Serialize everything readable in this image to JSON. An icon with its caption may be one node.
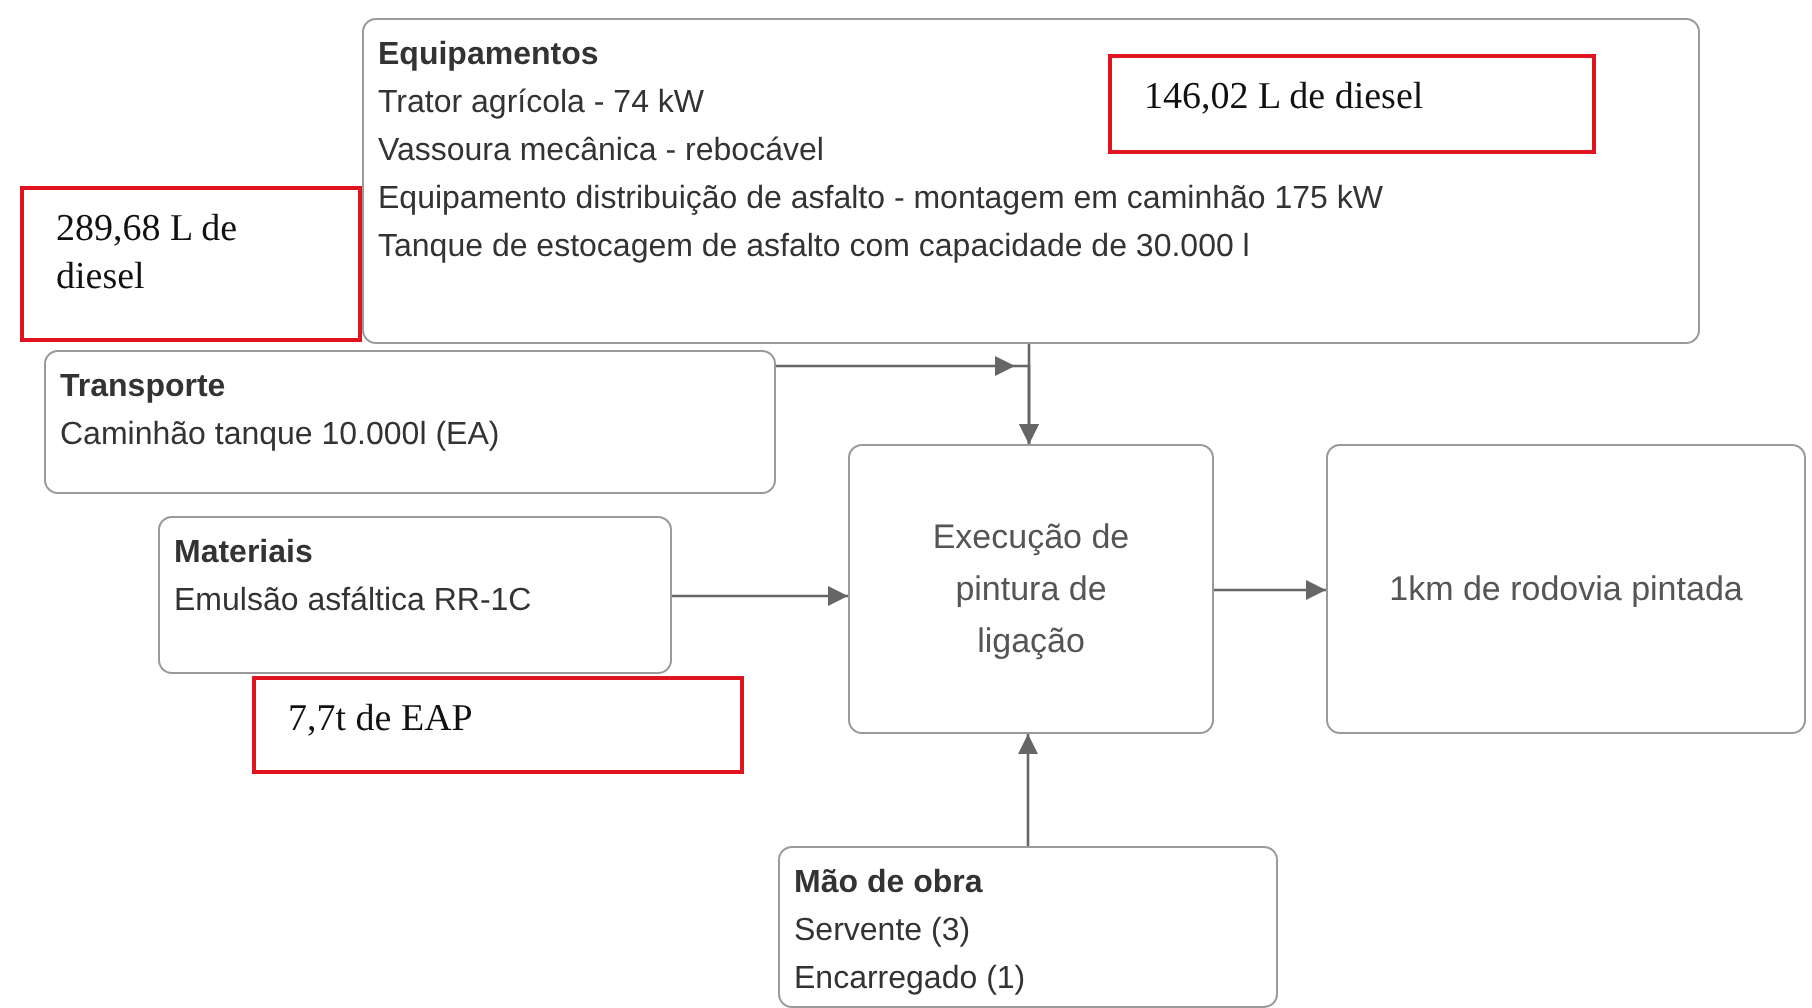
{
  "diagram": {
    "nodes": [
      {
        "text": [
          "Equipamentos",
          "Trator agrícola - 74 kW",
          "Vassoura mecânica - rebocável",
          "Equipamento distribuição de asfalto - montagem em caminhão 175 kW",
          "Tanque de estocagem de asfalto com capacidade de 30.000 l"
        ]
      },
      {
        "text": [
          "146,02 L de diesel"
        ],
        "in": 0
      },
      {
        "text": [
          "289,68 L de diesel"
        ]
      },
      {
        "text": [
          "Transporte",
          "Caminhão tanque 10.000l (EA)"
        ]
      },
      {
        "text": [
          "Materiais",
          "Emulsão asfáltica RR-1C"
        ]
      },
      {
        "text": [
          "7,7t de EAP"
        ]
      },
      {
        "text": [
          "Execução de pintura de ligação"
        ]
      },
      {
        "text": [
          "1km de rodovia pintada"
        ]
      },
      {
        "text": [
          "Mão de obra",
          "Servente (3)",
          "Encarregado (1)"
        ]
      }
    ],
    "edges": [
      {
        "from": 0,
        "to": 6,
        "arrow": "to"
      },
      {
        "from": 3,
        "to": 6,
        "arrow": "to"
      },
      {
        "from": 4,
        "to": 6,
        "arrow": "to"
      },
      {
        "from": 6,
        "to": 7,
        "arrow": "to"
      },
      {
        "from": 8,
        "to": 6,
        "arrow": "to"
      }
    ]
  }
}
